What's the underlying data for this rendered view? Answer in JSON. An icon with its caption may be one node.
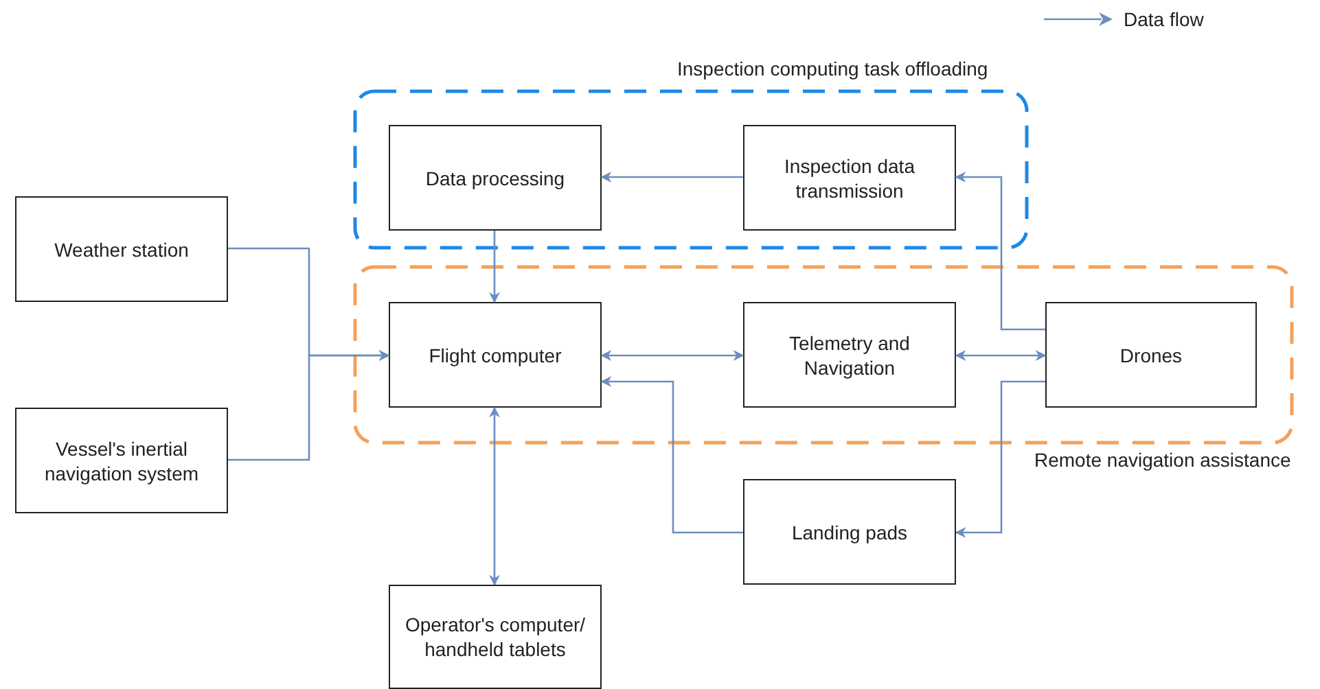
{
  "diagram": {
    "nodes": [
      {
        "text": [
          "Inspection computing task offloading"
        ]
      },
      {
        "text": [
          "Data processing"
        ],
        "in": 0
      },
      {
        "text": [
          "Inspection data transmission"
        ],
        "in": 0
      },
      {
        "text": [
          "Weather station"
        ]
      },
      {
        "text": [
          "Remote navigation assistance"
        ]
      },
      {
        "text": [
          "Flight computer"
        ],
        "in": 4
      },
      {
        "text": [
          "Telemetry and Navigation"
        ],
        "in": 4
      },
      {
        "text": [
          "Drones"
        ],
        "in": 4
      },
      {
        "text": [
          "Vessel's inertial navigation system"
        ]
      },
      {
        "text": [
          "Landing pads"
        ]
      },
      {
        "text": [
          "Operator's computer/ handheld tablets"
        ]
      }
    ],
    "edges": [
      {
        "from": 2,
        "to": 1,
        "arrow": "to"
      },
      {
        "from": 1,
        "to": 5,
        "arrow": "to"
      },
      {
        "from": 3,
        "to": 5,
        "arrow": "to"
      },
      {
        "from": 8,
        "to": 5,
        "arrow": "to"
      },
      {
        "from": 5,
        "to": 6,
        "arrow": "both"
      },
      {
        "from": 6,
        "to": 7,
        "arrow": "both"
      },
      {
        "from": 7,
        "to": 2,
        "arrow": "to"
      },
      {
        "from": 7,
        "to": 9,
        "arrow": "to"
      },
      {
        "from": 9,
        "to": 5,
        "arrow": "to"
      },
      {
        "from": 10,
        "to": 5,
        "arrow": "both"
      }
    ],
    "legend": [
      {
        "text": "Data flow"
      }
    ]
  }
}
